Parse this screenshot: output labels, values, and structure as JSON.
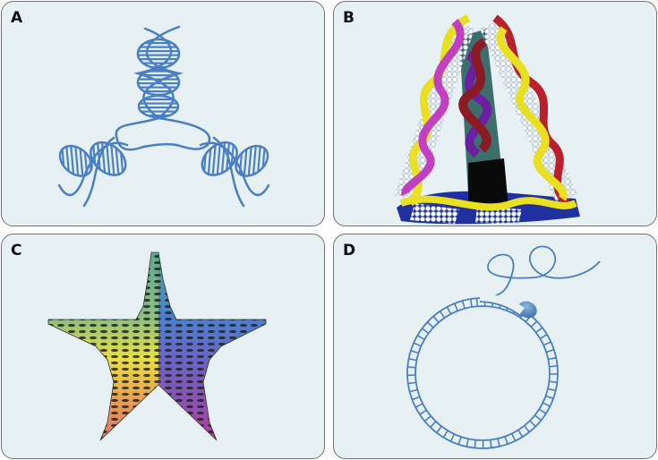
{
  "figure": {
    "panels": [
      {
        "id": "A",
        "label": "A",
        "subject": "three-way DNA junction (ribbon helices)"
      },
      {
        "id": "B",
        "label": "B",
        "subject": "DNA tetrahedron (space-filling model)"
      },
      {
        "id": "C",
        "label": "C",
        "subject": "DNA origami star (tile lattice)"
      },
      {
        "id": "D",
        "label": "D",
        "subject": "circular DNA with polymerase and single strand"
      }
    ]
  },
  "colors": {
    "panel_bg": "#e7f1f3",
    "panel_border": "#6f7478",
    "dna_blue": "#4a7fc4",
    "label": "#111111",
    "tetra_yellow": "#e8e020",
    "tetra_magenta": "#c040c0",
    "tetra_red": "#b8202c",
    "tetra_blue": "#2030a0",
    "tetra_teal": "#3c6e6c",
    "tetra_purple": "#6a20a0"
  }
}
